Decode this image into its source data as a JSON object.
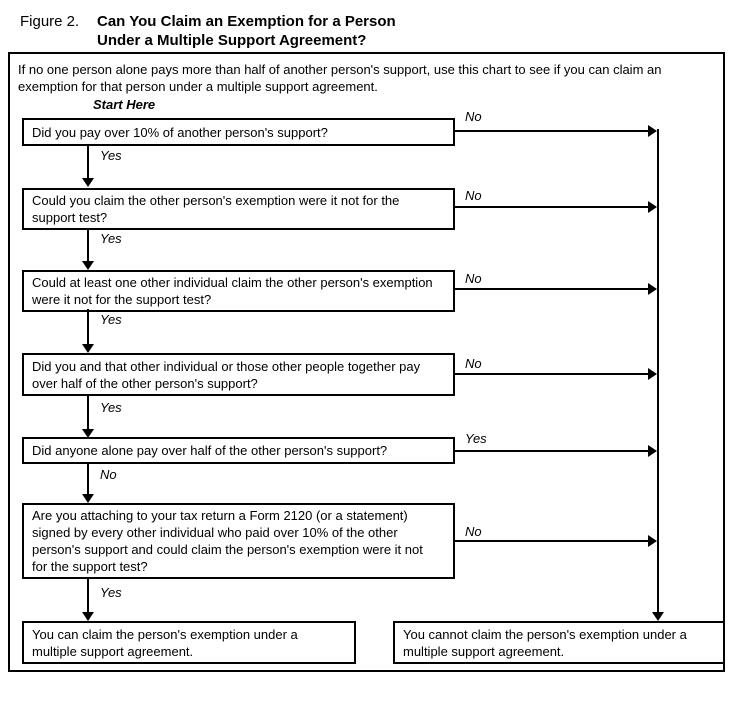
{
  "figure_label": "Figure 2.",
  "title": {
    "line1": "Can You Claim an Exemption for a Person",
    "line2": "Under a Multiple Support Agreement?"
  },
  "intro": "If no one person alone pays more than half of another person's support, use this chart to see if you can claim an exemption for that person under a multiple support agreement.",
  "start_here_label": "Start Here",
  "questions": [
    {
      "text": "Did you pay over 10% of another person's support?",
      "right_label": "No",
      "down_label": "Yes"
    },
    {
      "text": "Could you claim the other person's exemption were it not for the support test?",
      "right_label": "No",
      "down_label": "Yes"
    },
    {
      "text": "Could at least one other individual claim the other person's exemption were it not for the support test?",
      "right_label": "No",
      "down_label": "Yes"
    },
    {
      "text": "Did you and that other individual or those other people together pay over half of the other person's support?",
      "right_label": "No",
      "down_label": "Yes"
    },
    {
      "text": "Did anyone alone pay over half of the other person's support?",
      "right_label": "Yes",
      "down_label": "No"
    },
    {
      "text": "Are you attaching to your tax return a Form 2120 (or a statement) signed by every other individual who paid over 10% of the other person's support and could claim the person's exemption were it not for the support test?",
      "right_label": "No",
      "down_label": "Yes"
    }
  ],
  "results": {
    "can_claim": "You can claim the person's exemption under a multiple support agreement.",
    "cannot_claim": "You cannot claim the person's exemption under a multiple support agreement."
  },
  "colors": {
    "ink": "#000000",
    "background": "#ffffff"
  }
}
